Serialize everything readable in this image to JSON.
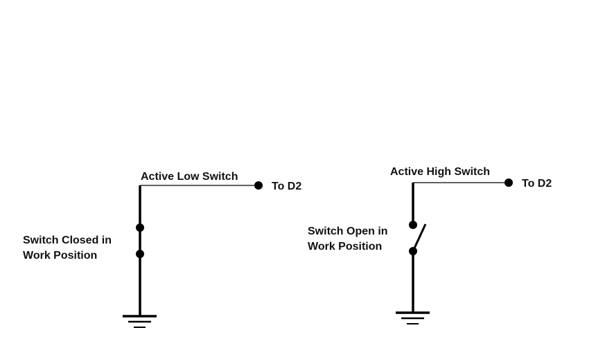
{
  "left_circuit": {
    "title": "Active Low Switch",
    "output_label": "To D2",
    "state_line1": "Switch Closed in",
    "state_line2": "Work Position"
  },
  "right_circuit": {
    "title": "Active High Switch",
    "output_label": "To D2",
    "state_line1": "Switch Open in",
    "state_line2": "Work Position"
  },
  "colors": {
    "wire": "#000000",
    "text": "#111111",
    "background": "#ffffff"
  }
}
